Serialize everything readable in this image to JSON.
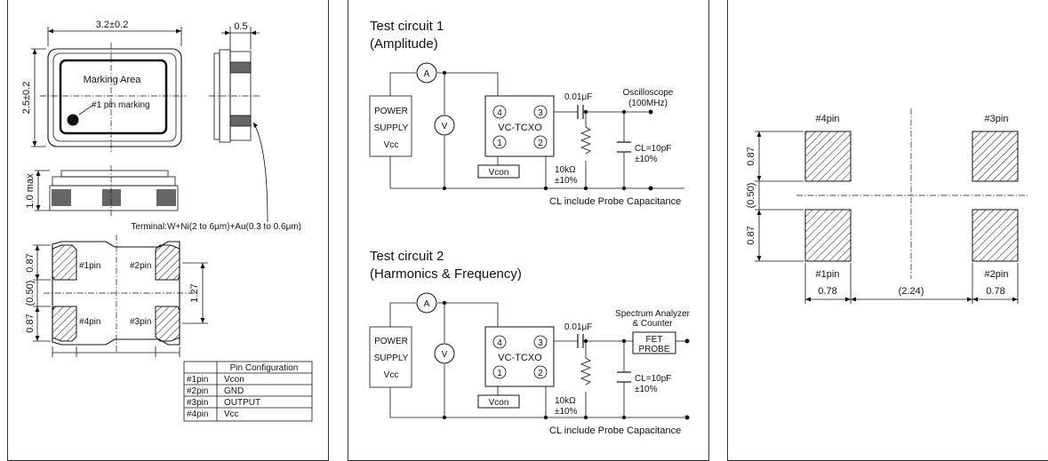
{
  "dimensions": {
    "pkg_width": "3.2±0.2",
    "pkg_length": "2.5±0.2",
    "side_thickness": "0.5",
    "height_max": "1.0 max",
    "pad_top": "0.87",
    "pad_gap": "(0.50)",
    "pad_bottom": "0.87",
    "pad_pitch": "1.27"
  },
  "marking": {
    "area_label": "Marking Area",
    "pin1_label": "#1 pin marking"
  },
  "terminal_note": "Terminal:W+Ni(2 to 6μm)+Au(0.3 to 0.6μm)",
  "bottom_view_pins": [
    "#1pin",
    "#2pin",
    "#4pin",
    "#3pin"
  ],
  "pin_config": {
    "header": "Pin Configuration",
    "rows": [
      {
        "pin": "#1pin",
        "func": "Vcon"
      },
      {
        "pin": "#2pin",
        "func": "GND"
      },
      {
        "pin": "#3pin",
        "func": "OUTPUT"
      },
      {
        "pin": "#4pin",
        "func": "Vcc"
      }
    ]
  },
  "circuit1": {
    "title_line1": "Test circuit 1",
    "title_line2": "(Amplitude)",
    "power_label": [
      "POWER",
      "SUPPLY",
      "Vcc"
    ],
    "ammeter": "A",
    "voltmeter": "V",
    "device": "VC-TCXO",
    "pins": [
      "4",
      "3",
      "1",
      "2"
    ],
    "vcon": "Vcon",
    "capacitor": "0.01μF",
    "resistor": [
      "10kΩ",
      "±10%"
    ],
    "load_cap": [
      "CL=10pF",
      "±10%"
    ],
    "instrument": [
      "Oscilloscope",
      "(100MHz)"
    ],
    "note": "CL include Probe Capacitance"
  },
  "circuit2": {
    "title_line1": "Test circuit 2",
    "title_line2": "(Harmonics & Frequency)",
    "power_label": [
      "POWER",
      "SUPPLY",
      "Vcc"
    ],
    "ammeter": "A",
    "voltmeter": "V",
    "device": "VC-TCXO",
    "pins": [
      "4",
      "3",
      "1",
      "2"
    ],
    "vcon": "Vcon",
    "capacitor": "0.01μF",
    "resistor": [
      "10kΩ",
      "±10%"
    ],
    "load_cap": [
      "CL=10pF",
      "±10%"
    ],
    "instrument": [
      "Spectrum Analyzer",
      "& Counter"
    ],
    "probe": [
      "FET",
      "PROBE"
    ],
    "note": "CL include Probe Capacitance"
  },
  "land_pattern": {
    "pins_top": [
      "#4pin",
      "#3pin"
    ],
    "pins_bottom": [
      "#1pin",
      "#2pin"
    ],
    "height_top": "0.87",
    "gap": "(0.50)",
    "height_bottom": "0.87",
    "width_left": "0.78",
    "center_gap": "(2.24)",
    "width_right": "0.78"
  }
}
